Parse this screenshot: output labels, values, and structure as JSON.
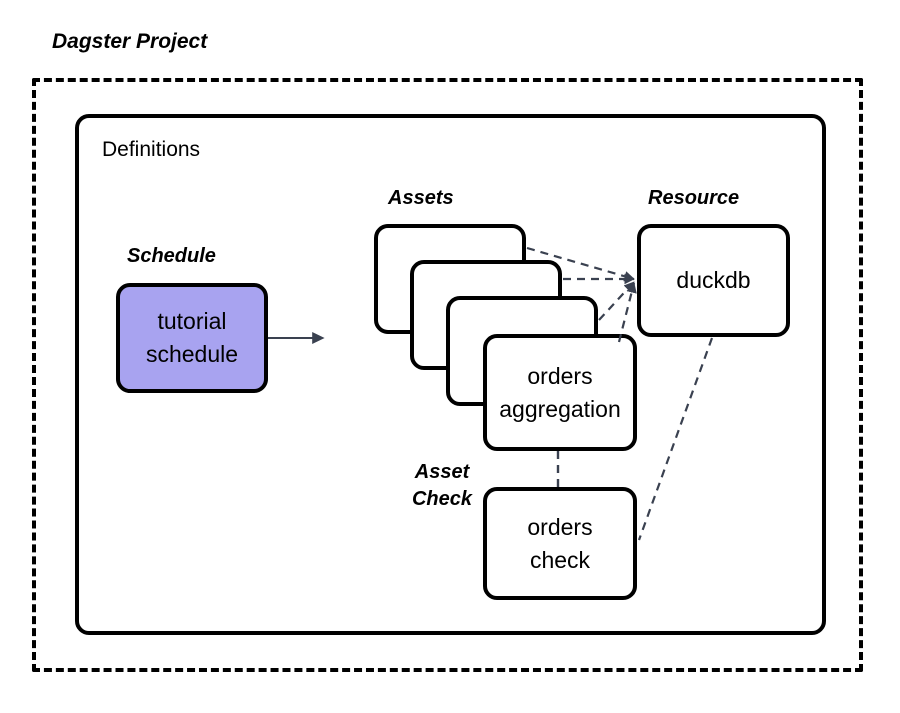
{
  "diagram": {
    "type": "block-diagram",
    "title": "Dagster Project",
    "background_color": "#ffffff",
    "outline_color": "#000000",
    "accent_color": "#a8a3f0",
    "connector_color": "#3a4150",
    "containers": [
      {
        "id": "project",
        "label": "Dagster Project",
        "border_style": "dashed"
      },
      {
        "id": "definitions",
        "label": "Definitions",
        "border_style": "solid"
      }
    ],
    "groups": {
      "schedule": "Schedule",
      "assets": "Assets",
      "resource": "Resource",
      "asset_check": "Asset\nCheck"
    },
    "nodes": {
      "schedule": {
        "line1": "tutorial",
        "line2": "schedule",
        "fill": "#a8a3f0"
      },
      "asset_front": {
        "line1": "orders",
        "line2": "aggregation",
        "fill": "#ffffff"
      },
      "resource": {
        "line1": "duckdb",
        "fill": "#ffffff"
      },
      "asset_check": {
        "line1": "orders",
        "line2": "check",
        "fill": "#ffffff"
      },
      "asset_stack_count": 4
    },
    "edges": [
      {
        "from": "schedule",
        "to": "assets",
        "style": "solid-arrow"
      },
      {
        "from": "asset-card-1",
        "to": "resource",
        "style": "dashed"
      },
      {
        "from": "asset-card-2",
        "to": "resource",
        "style": "dashed"
      },
      {
        "from": "asset-card-3",
        "to": "resource",
        "style": "dashed"
      },
      {
        "from": "asset-card-4",
        "to": "resource",
        "style": "dashed"
      },
      {
        "from": "asset_front",
        "to": "asset_check",
        "style": "dashed"
      },
      {
        "from": "resource",
        "to": "asset_check",
        "style": "dashed"
      }
    ]
  },
  "labels": {
    "project_title": "Dagster Project",
    "definitions_title": "Definitions",
    "assets_title": "Assets",
    "resource_title": "Resource",
    "schedule_title": "Schedule",
    "asset_check_title_line1": "Asset",
    "asset_check_title_line2": "Check",
    "schedule_node_line1": "tutorial",
    "schedule_node_line2": "schedule",
    "asset_node_line1": "orders",
    "asset_node_line2": "aggregation",
    "resource_node_line1": "duckdb",
    "check_node_line1": "orders",
    "check_node_line2": "check"
  }
}
